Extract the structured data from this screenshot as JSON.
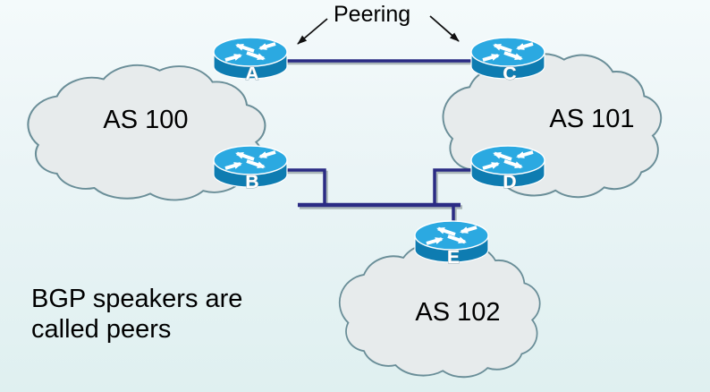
{
  "slide": {
    "peering_label": "Peering",
    "caption": {
      "line1": "BGP speakers are",
      "line2": "called peers"
    }
  },
  "clouds": [
    {
      "name": "as-100-cloud",
      "label": "AS 100"
    },
    {
      "name": "as-101-cloud",
      "label": "AS 101"
    },
    {
      "name": "as-102-cloud",
      "label": "AS 102"
    }
  ],
  "routers": [
    {
      "name": "router-a",
      "label": "A"
    },
    {
      "name": "router-b",
      "label": "B"
    },
    {
      "name": "router-c",
      "label": "C"
    },
    {
      "name": "router-d",
      "label": "D"
    },
    {
      "name": "router-e",
      "label": "E"
    }
  ],
  "links": [
    {
      "name": "peering-link",
      "from": "A",
      "to": "C"
    },
    {
      "name": "shared-segment",
      "connects": [
        "B",
        "D",
        "E"
      ]
    }
  ],
  "colors": {
    "background-top": "#F4FAFB",
    "background-bottom": "#DFF0F0",
    "cloud-fill": "#E7EBEC",
    "cloud-stroke": "#6A8E98",
    "link-navy": "#2B2B84",
    "link-shadow": "#AAB6B8",
    "router-top": "#2BA9E1",
    "router-side": "#0E7CB1",
    "router-label": "#FFFFFF",
    "text-color": "#000000"
  }
}
